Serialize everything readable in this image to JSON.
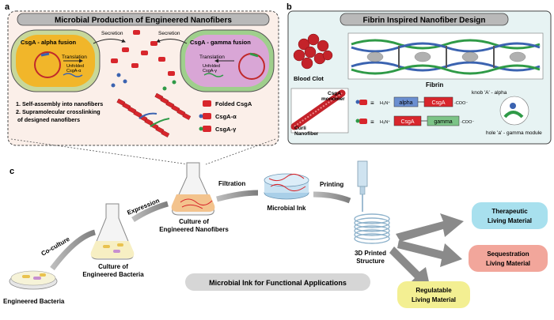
{
  "panel_a": {
    "letter": "a",
    "title": "Microbial Production of Engineered Nanofibers",
    "left_cell_label": "CsgA - alpha fusion",
    "right_cell_label": "CsgA - gamma fusion",
    "translation": "Translation",
    "secretion": "Secretion",
    "unfolded_alpha": [
      "Unfolded",
      "CsgA-α"
    ],
    "unfolded_gamma": [
      "Unfolded",
      "CsgA-γ"
    ],
    "steps": [
      "1.  Self-assembly into nanofibers",
      "2.  Supramolecular crosslinking",
      "     of designed nanofibers"
    ],
    "legend": [
      "Folded CsgA",
      "CsgA-α",
      "CsgA-γ"
    ]
  },
  "panel_b": {
    "letter": "b",
    "title": "Fibrin Inspired Nanofiber Design",
    "blood_clot": "Blood Clot",
    "fibrin": "Fibrin",
    "csga_monomer": [
      "CsgA",
      "monomer"
    ],
    "curli_nanofiber": [
      "Curli",
      "Nanofiber"
    ],
    "knob_label": "knob 'A' - alpha",
    "hole_label": "hole 'a' - gamma module",
    "construct1": {
      "n": "H₃N⁺",
      "box1": "alpha",
      "box2": "CsgA",
      "c": "-COO⁻"
    },
    "construct2": {
      "n": "H₃N⁺",
      "box1": "CsgA",
      "box2": "gamma",
      "c": "-COO⁻"
    }
  },
  "panel_c": {
    "letter": "c",
    "engineered_bacteria": "Engineered Bacteria",
    "coculture": "Co-culture",
    "culture_bacteria": [
      "Culture of",
      "Engineered Bacteria"
    ],
    "expression": "Expression",
    "culture_nanofibers": [
      "Culture of",
      "Engineered Nanofibers"
    ],
    "filtration": "Filtration",
    "microbial_ink": "Microbial Ink",
    "printing": "Printing",
    "printed_structure": [
      "3D Printed",
      "Structure"
    ],
    "banner": "Microbial Ink for Functional Applications",
    "outputs": [
      {
        "line1": "Therapeutic",
        "line2": "Living Material",
        "color": "#a8e0ee"
      },
      {
        "line1": "Sequestration",
        "line2": "Living Material",
        "color": "#f2a69b"
      },
      {
        "line1": "Regulatable",
        "line2": "Living Material",
        "color": "#f3ef92"
      }
    ]
  },
  "colors": {
    "csga_red": "#d8262c",
    "alpha_blue": "#3b63b0",
    "gamma_green": "#2f9a47",
    "panel_a_bg": "#fbefe9",
    "panel_b_bg": "#e7f3f3"
  }
}
